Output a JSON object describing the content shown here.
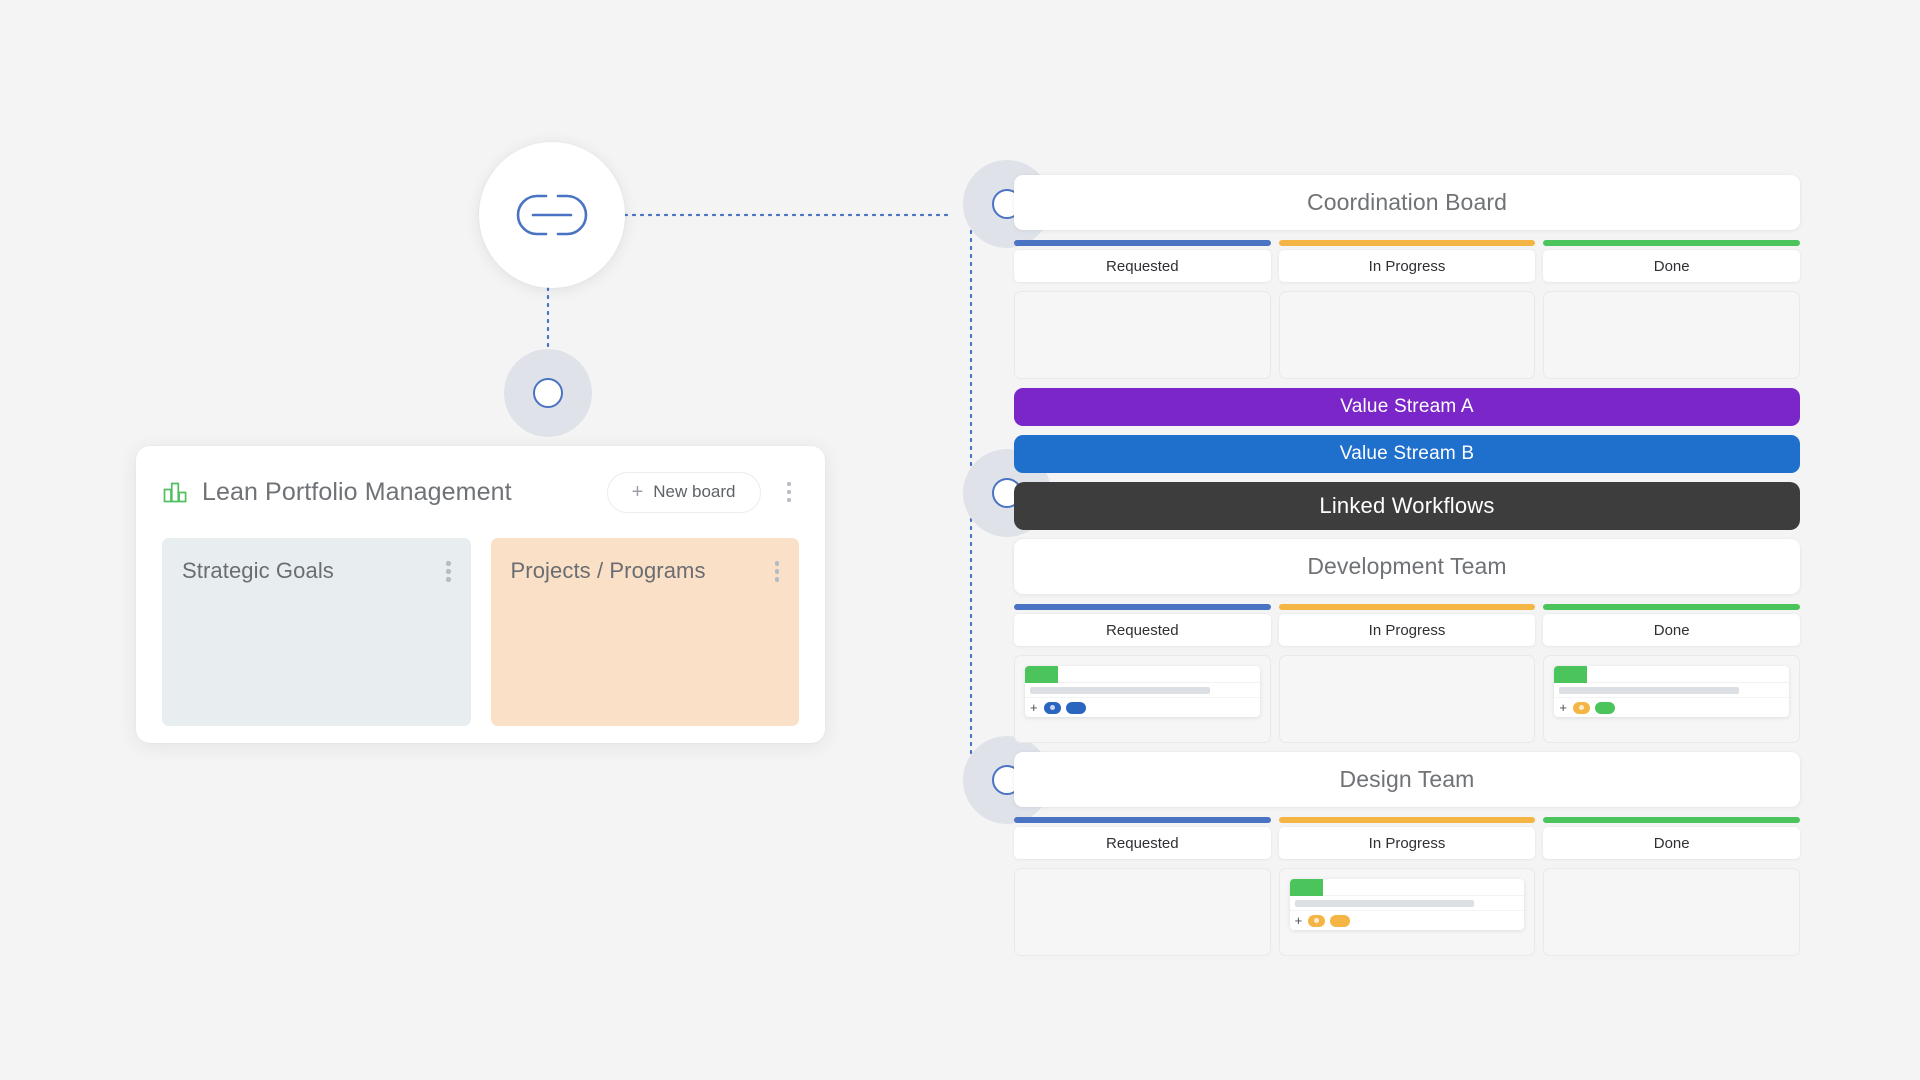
{
  "canvas": {
    "background": "#f4f4f4"
  },
  "hub": {
    "icon": "link-icon",
    "icon_color": "#4a73c4"
  },
  "connector": {
    "color": "#4a73c4",
    "style": "dotted"
  },
  "lpm_panel": {
    "icon": "bar-chart-icon",
    "icon_color": "#4fbf5f",
    "title": "Lean Portfolio Management",
    "new_board_label": "New board",
    "new_board_plus": "+",
    "menu_icon": "kebab-menu-icon",
    "columns": [
      {
        "title": "Strategic Goals",
        "bg": "#e8edf0",
        "menu_icon": "kebab-menu-icon"
      },
      {
        "title": "Projects / Programs",
        "bg": "#fbe0c8",
        "menu_icon": "kebab-menu-icon"
      }
    ]
  },
  "boards": [
    {
      "title": "Coordination Board",
      "columns": [
        {
          "label": "Requested",
          "color": "#4a73c4"
        },
        {
          "label": "In Progress",
          "color": "#f5b544"
        },
        {
          "label": "Done",
          "color": "#4cc45c"
        }
      ],
      "lanes": [
        {
          "cards": []
        },
        {
          "cards": []
        },
        {
          "cards": []
        }
      ]
    },
    {
      "title": "Development Team",
      "columns": [
        {
          "label": "Requested",
          "color": "#4a73c4"
        },
        {
          "label": "In Progress",
          "color": "#f5b544"
        },
        {
          "label": "Done",
          "color": "#4cc45c"
        }
      ],
      "lanes": [
        {
          "cards": [
            {
              "label_color": "#4cc45c",
              "pills": [
                "#2a66c0",
                "#2a66c0"
              ]
            }
          ]
        },
        {
          "cards": []
        },
        {
          "cards": [
            {
              "label_color": "#4cc45c",
              "pills": [
                "#f5b544",
                "#4cc45c"
              ]
            }
          ]
        }
      ]
    },
    {
      "title": "Design Team",
      "columns": [
        {
          "label": "Requested",
          "color": "#4a73c4"
        },
        {
          "label": "In Progress",
          "color": "#f5b544"
        },
        {
          "label": "Done",
          "color": "#4cc45c"
        }
      ],
      "lanes": [
        {
          "cards": []
        },
        {
          "cards": [
            {
              "label_color": "#4cc45c",
              "pills": [
                "#f5b544",
                "#f5b544"
              ]
            }
          ]
        },
        {
          "cards": []
        }
      ]
    }
  ],
  "banners": [
    {
      "label": "Value Stream A",
      "bg": "#7b26c8",
      "kind": "stream"
    },
    {
      "label": "Value Stream B",
      "bg": "#1f6fcc",
      "kind": "stream"
    },
    {
      "label": "Linked Workflows",
      "bg": "#3d3d3d",
      "kind": "linked"
    }
  ]
}
